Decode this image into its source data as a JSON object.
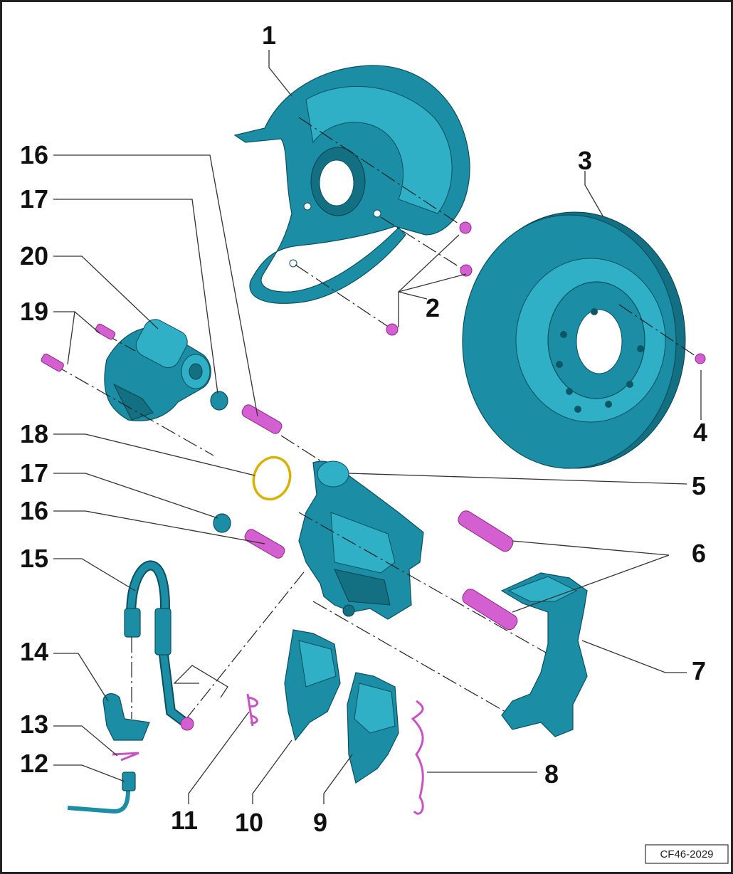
{
  "figure_ref": "CF46-2029",
  "callouts": [
    {
      "id": "c1",
      "label": "1"
    },
    {
      "id": "c2",
      "label": "2"
    },
    {
      "id": "c3",
      "label": "3"
    },
    {
      "id": "c4",
      "label": "4"
    },
    {
      "id": "c5",
      "label": "5"
    },
    {
      "id": "c6",
      "label": "6"
    },
    {
      "id": "c7",
      "label": "7"
    },
    {
      "id": "c8",
      "label": "8"
    },
    {
      "id": "c9",
      "label": "9"
    },
    {
      "id": "c10",
      "label": "10"
    },
    {
      "id": "c11",
      "label": "11"
    },
    {
      "id": "c12",
      "label": "12"
    },
    {
      "id": "c13",
      "label": "13"
    },
    {
      "id": "c14",
      "label": "14"
    },
    {
      "id": "c15",
      "label": "15"
    },
    {
      "id": "c16a",
      "label": "16"
    },
    {
      "id": "c16b",
      "label": "16"
    },
    {
      "id": "c17a",
      "label": "17"
    },
    {
      "id": "c17b",
      "label": "17"
    },
    {
      "id": "c18",
      "label": "18"
    },
    {
      "id": "c19",
      "label": "19"
    },
    {
      "id": "c20",
      "label": "20"
    }
  ],
  "colors": {
    "part": "#1b8ea5",
    "hardware": "#d45fd0",
    "seal": "#d7b300"
  }
}
